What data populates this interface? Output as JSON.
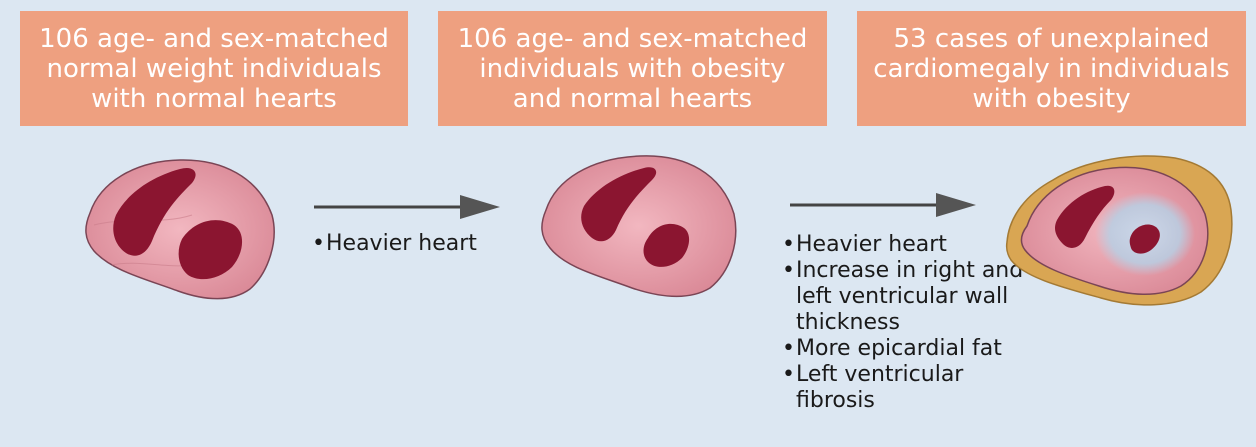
{
  "groups": [
    {
      "title_lines": [
        "106 age- and sex-matched",
        "normal weight individuals",
        "with normal hearts"
      ]
    },
    {
      "title_lines": [
        "106 age- and sex-matched",
        "individuals with obesity",
        "and normal hearts"
      ],
      "findings": [
        "Heavier heart"
      ]
    },
    {
      "title_lines": [
        "53 cases of unexplained",
        "cardiomegaly in individuals",
        "with obesity"
      ],
      "findings": [
        "Heavier heart",
        "Increase in right and left ventricular wall thickness",
        "More epicardial fat",
        "Left ventricular fibrosis"
      ]
    }
  ],
  "colors": {
    "background": "#dce7f2",
    "header_box": "#eea080",
    "myocardium": "#e49aa5",
    "ventricle": "#8b1530",
    "epicardial_fat": "#d9a653",
    "fibrosis": "#b7cfe4",
    "arrow": "#444444"
  }
}
